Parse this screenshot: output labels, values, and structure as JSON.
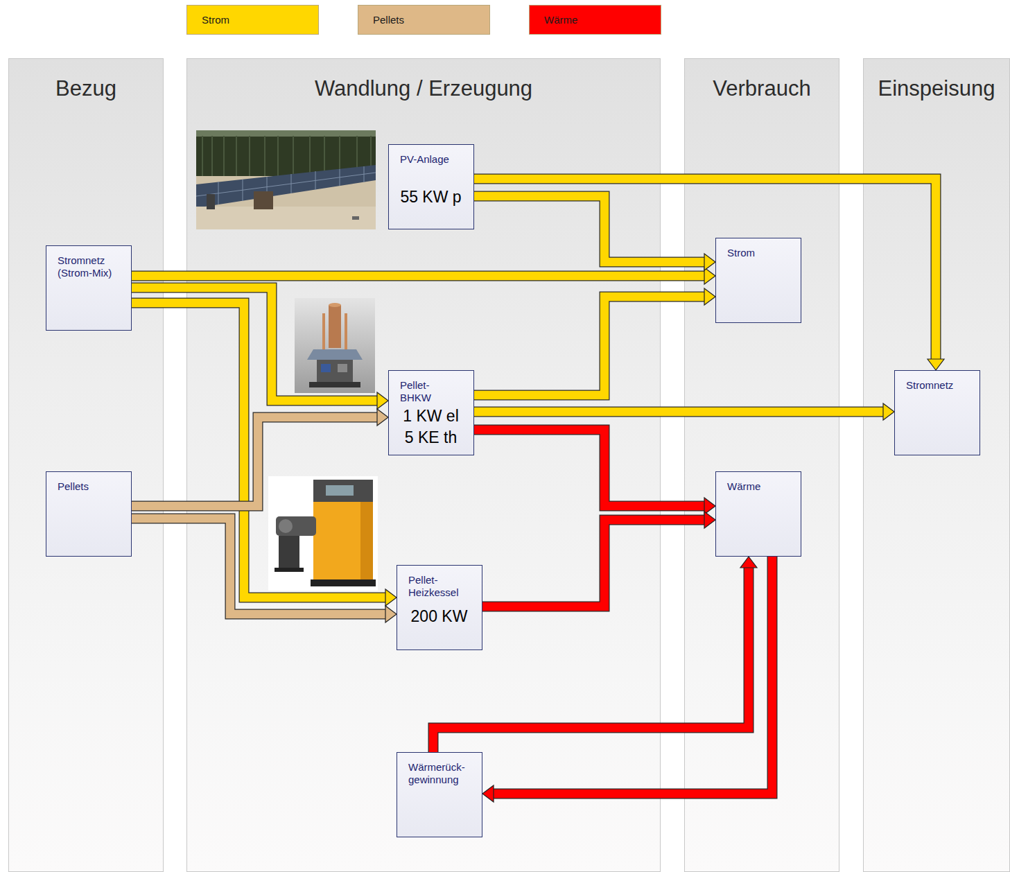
{
  "diagram": {
    "nodes": [
      {
        "text": [
          "Bezug"
        ]
      },
      {
        "text": [
          "Stromnetz (Strom-Mix)"
        ],
        "in": 0
      },
      {
        "text": [
          "Pellets"
        ],
        "in": 0
      },
      {
        "text": [
          "Wandlung / Erzeugung"
        ]
      },
      {
        "text": [
          "PV-Anlage",
          "55 KW p"
        ],
        "in": 3
      },
      {
        "text": [
          "Pellet- BHKW",
          "1 KW el",
          "5 KE th"
        ],
        "in": 3
      },
      {
        "text": [
          "Pellet- Heizkessel",
          "200 KW"
        ],
        "in": 3
      },
      {
        "text": [
          "Wärmerück- gewinnung"
        ],
        "in": 3
      },
      {
        "text": [
          "Verbrauch"
        ]
      },
      {
        "text": [
          "Strom"
        ],
        "in": 8
      },
      {
        "text": [
          "Wärme"
        ],
        "in": 8
      },
      {
        "text": [
          "Einspeisung"
        ]
      },
      {
        "text": [
          "Stromnetz"
        ],
        "in": 11
      }
    ],
    "edges": [
      {
        "from": 1,
        "to": 9,
        "arrow": "to"
      },
      {
        "from": 1,
        "to": 5,
        "arrow": "to"
      },
      {
        "from": 1,
        "to": 6,
        "arrow": "to"
      },
      {
        "from": 2,
        "to": 5,
        "arrow": "to"
      },
      {
        "from": 2,
        "to": 6,
        "arrow": "to"
      },
      {
        "from": 4,
        "to": 9,
        "arrow": "to"
      },
      {
        "from": 4,
        "to": 12,
        "arrow": "to"
      },
      {
        "from": 5,
        "to": 9,
        "arrow": "to"
      },
      {
        "from": 5,
        "to": 12,
        "arrow": "to"
      },
      {
        "from": 5,
        "to": 10,
        "arrow": "to"
      },
      {
        "from": 6,
        "to": 10,
        "arrow": "to"
      },
      {
        "from": 10,
        "to": 7,
        "arrow": "to"
      },
      {
        "from": 7,
        "to": 10,
        "arrow": "to"
      }
    ],
    "legend": [
      {
        "text": "Strom",
        "color": "#ffd700"
      },
      {
        "text": "Pellets",
        "color": "#deb887"
      },
      {
        "text": "Wärme",
        "color": "#ff0000"
      }
    ]
  }
}
